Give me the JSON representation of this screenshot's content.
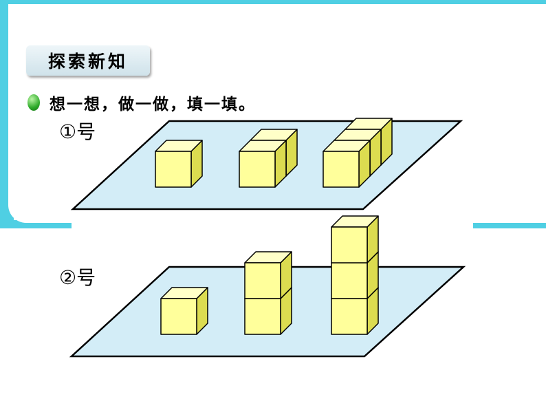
{
  "section_title": "探索新知",
  "prompt": "想一想，做一做，填一填。",
  "figure_labels": [
    "①号",
    "②号"
  ],
  "colors": {
    "frame": "#4fcfe3",
    "plane_fill": "#d3edf7",
    "cube_front": "#ffff9b",
    "cube_top": "#ffffc8",
    "cube_side": "#dcdc50",
    "outline": "#000000"
  },
  "models": [
    {
      "name": "①号",
      "stacks": [
        {
          "rows": 1,
          "levels": 1
        },
        {
          "rows": 2,
          "levels": 1
        },
        {
          "rows": 3,
          "levels": 1
        }
      ]
    },
    {
      "name": "②号",
      "stacks": [
        {
          "rows": 1,
          "levels": 1
        },
        {
          "rows": 1,
          "levels": 2
        },
        {
          "rows": 1,
          "levels": 3
        }
      ]
    }
  ]
}
